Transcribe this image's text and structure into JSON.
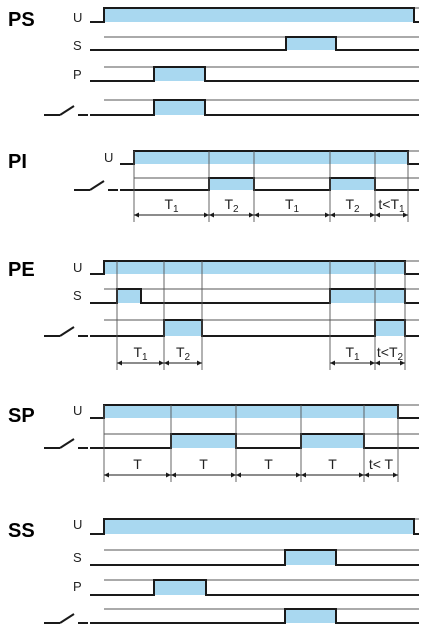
{
  "colors": {
    "title": "#0a86c8",
    "pulse": "#a9d8f0",
    "line": "#1a1a1a",
    "thin": "#555555"
  },
  "modes": [
    {
      "title": "PS",
      "signals": [
        "U",
        "S",
        "P",
        "contact"
      ],
      "dims": []
    },
    {
      "title": "PI",
      "signals": [
        "U",
        "contact"
      ],
      "dims": [
        {
          "main": "T",
          "sub": "1"
        },
        {
          "main": "T",
          "sub": "2"
        },
        {
          "main": "T",
          "sub": "1"
        },
        {
          "main": "T",
          "sub": "2"
        },
        {
          "main": "t<T",
          "sub": "1"
        }
      ]
    },
    {
      "title": "PE",
      "signals": [
        "U",
        "S",
        "contact"
      ],
      "dims": [
        {
          "main": "T",
          "sub": "1"
        },
        {
          "main": "T",
          "sub": "2"
        },
        {
          "main": "T",
          "sub": "1"
        },
        {
          "main": "t<T",
          "sub": "2"
        }
      ]
    },
    {
      "title": "SP",
      "signals": [
        "U",
        "contact"
      ],
      "dims": [
        {
          "main": "T",
          "sub": ""
        },
        {
          "main": "T",
          "sub": ""
        },
        {
          "main": "T",
          "sub": ""
        },
        {
          "main": "T",
          "sub": ""
        },
        {
          "main": "t< T",
          "sub": ""
        }
      ]
    },
    {
      "title": "SS",
      "signals": [
        "U",
        "S",
        "P",
        "contact"
      ],
      "dims": []
    }
  ]
}
